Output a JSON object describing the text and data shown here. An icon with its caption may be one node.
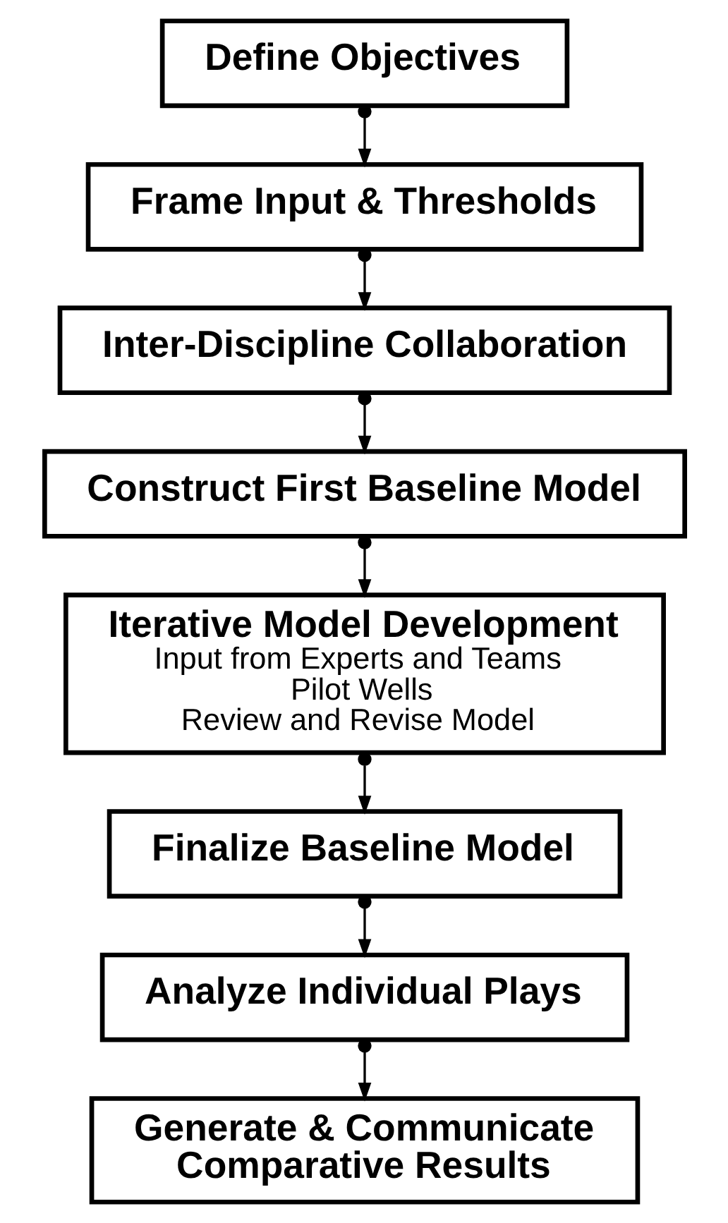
{
  "diagram": {
    "nodes": [
      {
        "text": [
          "Define Objectives"
        ]
      },
      {
        "text": [
          "Frame Input & Thresholds"
        ]
      },
      {
        "text": [
          "Inter-Discipline Collaboration"
        ]
      },
      {
        "text": [
          "Construct First Baseline Model"
        ]
      },
      {
        "text": [
          "Iterative Model Development",
          "Input from Experts and Teams",
          "Pilot Wells",
          "Review and Revise Model"
        ]
      },
      {
        "text": [
          "Finalize Baseline Model"
        ]
      },
      {
        "text": [
          "Analyze Individual Plays"
        ]
      },
      {
        "text": [
          "Generate & Communicate Comparative Results"
        ]
      }
    ],
    "edges": [
      {
        "from": 0,
        "to": 1,
        "arrow": "to"
      },
      {
        "from": 1,
        "to": 2,
        "arrow": "to"
      },
      {
        "from": 2,
        "to": 3,
        "arrow": "to"
      },
      {
        "from": 3,
        "to": 4,
        "arrow": "to"
      },
      {
        "from": 4,
        "to": 5,
        "arrow": "to"
      },
      {
        "from": 5,
        "to": 6,
        "arrow": "to"
      },
      {
        "from": 6,
        "to": 7,
        "arrow": "to"
      }
    ]
  }
}
